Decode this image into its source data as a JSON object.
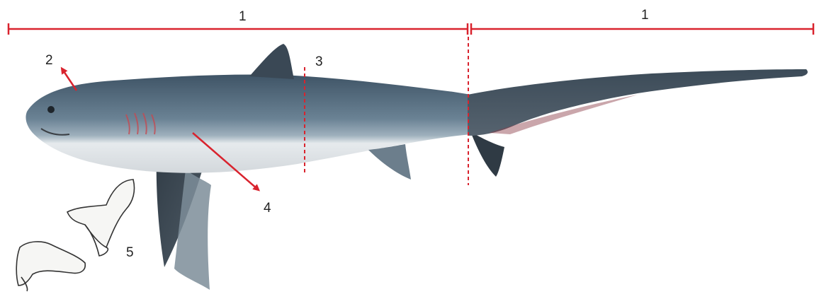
{
  "diagram": {
    "annotation_color": "#d9232e",
    "labels": {
      "head_length": "1",
      "tail_length": "1",
      "head_point": "2",
      "first_dorsal_line": "3",
      "pectoral_fin": "4",
      "teeth": "5"
    },
    "subject": {
      "body_color": "#5d7385",
      "belly_color": "#e9ecee",
      "tail_color": "#4a5866"
    }
  }
}
